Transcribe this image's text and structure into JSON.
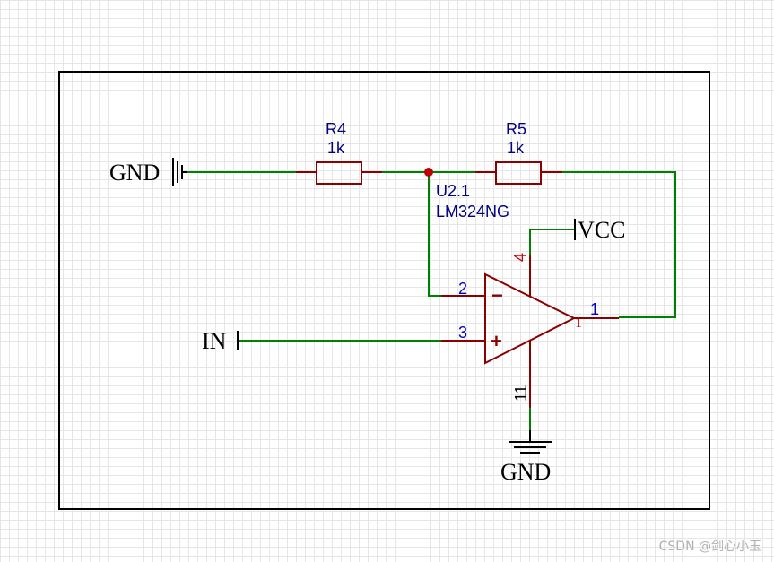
{
  "schematic": {
    "left_net": "GND",
    "right_top_net": "VCC",
    "bottom_net": "GND",
    "input_net": "IN",
    "r4": {
      "ref": "R4",
      "value": "1k"
    },
    "r5": {
      "ref": "R5",
      "value": "1k"
    },
    "opamp": {
      "ref": "U2.1",
      "part": "LM324NG",
      "pin_minus": "2",
      "pin_plus": "3",
      "pin_out": "1",
      "pin_out_inner": "1",
      "pin_vcc": "4",
      "pin_gnd": "11",
      "minus_sign": "−",
      "plus_sign": "+"
    }
  },
  "colors": {
    "wire": "#008000",
    "component": "#8b0000",
    "junction": "#c00000",
    "label_blue": "#000080",
    "pin_blue": "#0000cc",
    "pin_red": "#cc0000",
    "frame": "#000000"
  },
  "watermark": "CSDN @剑心小玉"
}
